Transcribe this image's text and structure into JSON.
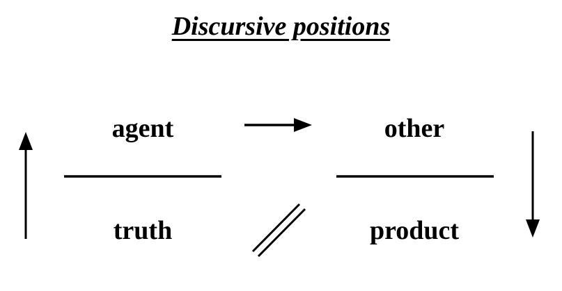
{
  "title": "Discursive positions",
  "positions": {
    "agent": "agent",
    "other": "other",
    "truth": "truth",
    "product": "product"
  },
  "colors": {
    "ink": "#000000",
    "background": "#ffffff"
  }
}
